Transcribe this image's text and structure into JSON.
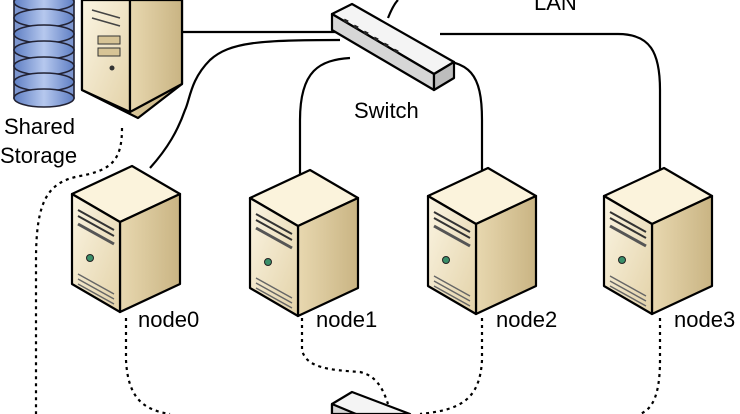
{
  "labels": {
    "lan": "LAN",
    "switch": "Switch",
    "storage_line1": "Shared",
    "storage_line2": "Storage",
    "nodes": [
      "node0",
      "node1",
      "node2",
      "node3"
    ]
  },
  "colors": {
    "tower_face": "#f1e6c8",
    "tower_side": "#d9c79b",
    "tower_top": "#fbf3dc",
    "switch_body": "#e6e6e6",
    "disk": "#8ea6d8",
    "led": "#3a8f6a"
  }
}
